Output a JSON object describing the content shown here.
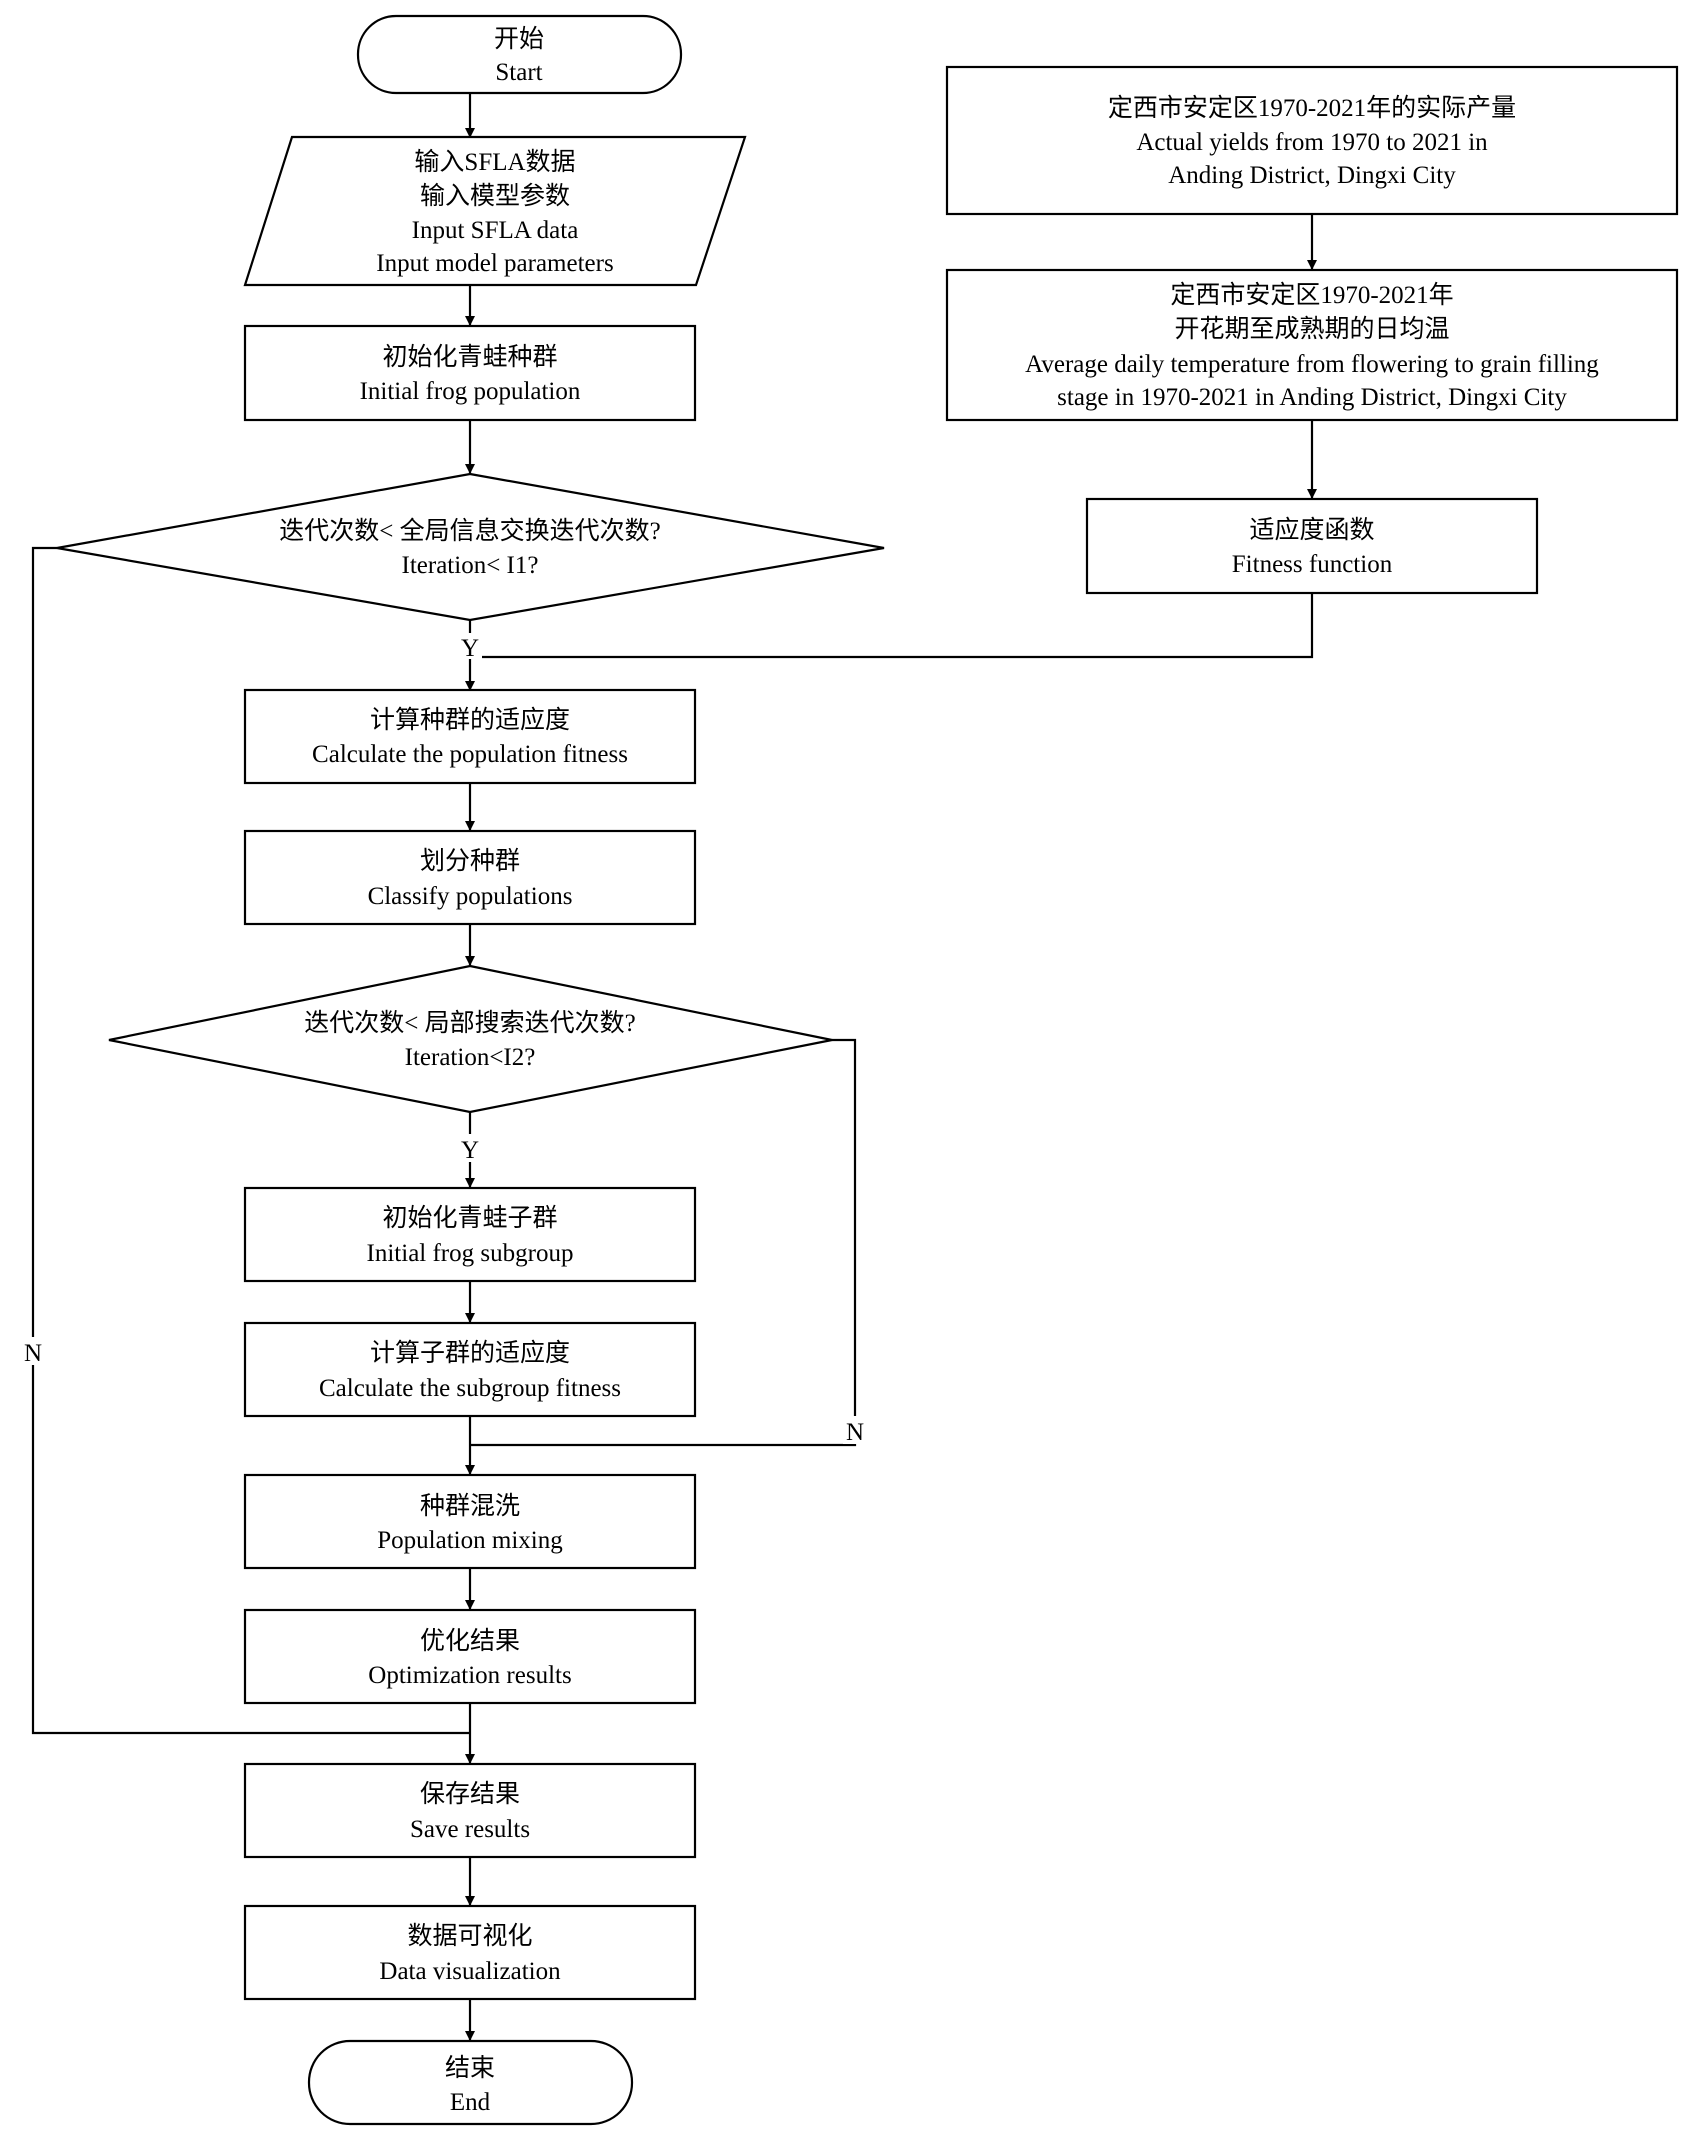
{
  "nodes": {
    "start": {
      "zh": "开始",
      "en": "Start"
    },
    "input": {
      "zh1": "输入SFLA数据",
      "zh2": "输入模型参数",
      "en1": "Input SFLA data",
      "en2": "Input model parameters"
    },
    "init_population": {
      "zh": "初始化青蛙种群",
      "en": "Initial frog population"
    },
    "decision_global": {
      "zh": "迭代次数< 全局信息交换迭代次数?",
      "en": "Iteration< I1?"
    },
    "calc_population_fitness": {
      "zh": "计算种群的适应度",
      "en": "Calculate the population fitness"
    },
    "classify": {
      "zh": "划分种群",
      "en": "Classify populations"
    },
    "decision_local": {
      "zh": "迭代次数< 局部搜索迭代次数?",
      "en": "Iteration<I2?"
    },
    "init_subgroup": {
      "zh": "初始化青蛙子群",
      "en": "Initial frog subgroup"
    },
    "calc_subgroup_fitness": {
      "zh": "计算子群的适应度",
      "en": "Calculate the subgroup fitness"
    },
    "mixing": {
      "zh": "种群混洗",
      "en": "Population mixing"
    },
    "optimization": {
      "zh": "优化结果",
      "en": "Optimization results"
    },
    "save": {
      "zh": "保存结果",
      "en": "Save results"
    },
    "visualization": {
      "zh": "数据可视化",
      "en": "Data visualization"
    },
    "end": {
      "zh": "结束",
      "en": "End"
    },
    "actual_yields": {
      "zh": "定西市安定区1970-2021年的实际产量",
      "en1": "Actual yields from 1970 to 2021 in",
      "en2": "Anding District, Dingxi City"
    },
    "avg_temp": {
      "zh1": "定西市安定区1970-2021年",
      "zh2": "开花期至成熟期的日均温",
      "en1": "Average daily temperature from flowering to grain filling",
      "en2": "stage in 1970-2021 in Anding District, Dingxi City"
    },
    "fitness_function": {
      "zh": "适应度函数",
      "en": "Fitness function"
    }
  },
  "edge_labels": {
    "global_yes": "Y",
    "global_no": "N",
    "local_yes": "Y",
    "local_no": "N"
  }
}
